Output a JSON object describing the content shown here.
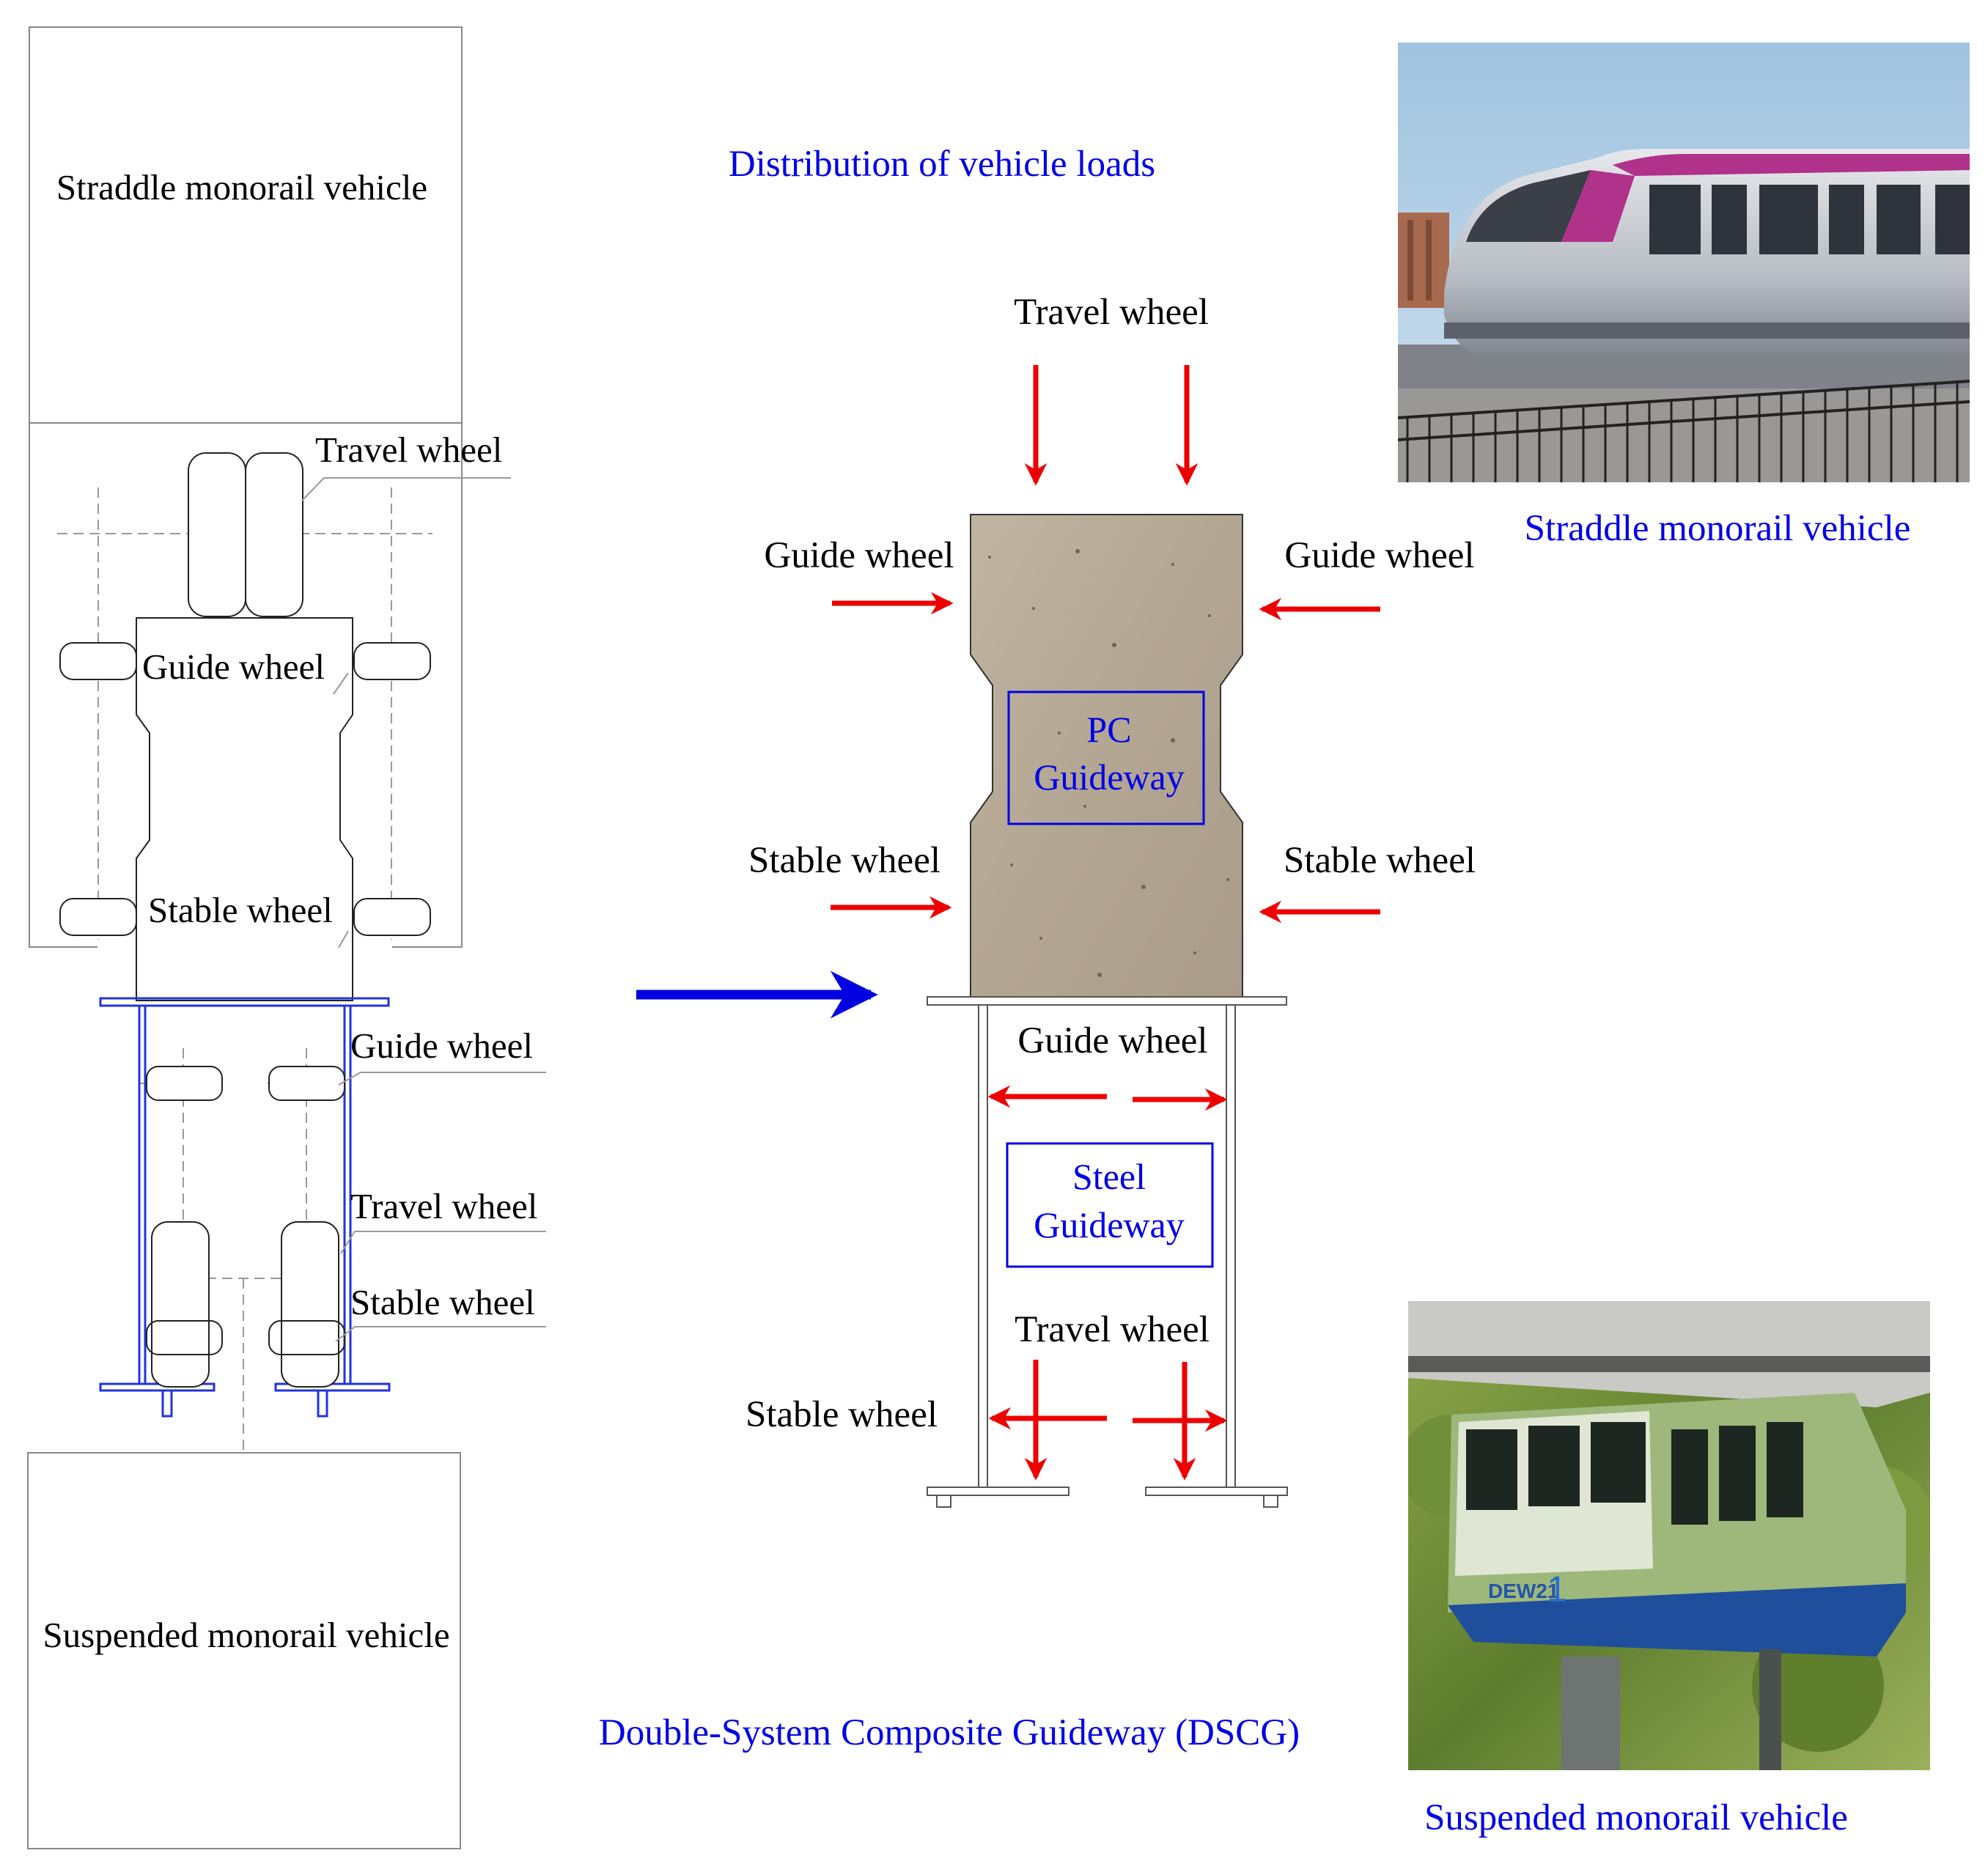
{
  "title": "Distribution of vehicle loads",
  "caption": "Double-System Composite Guideway (DSCG)",
  "colors": {
    "load_arrow": "#ee0000",
    "flow_arrow": "#0000e0",
    "label_blue": "#0000e6",
    "steel_line": "#2233dd",
    "concrete": "#b8ab98"
  },
  "left_schematic": {
    "straddle_vehicle": "Straddle monorail vehicle",
    "suspended_vehicle": "Suspended monorail vehicle",
    "travel_wheel_top": "Travel wheel",
    "guide_wheel_top": "Guide wheel",
    "stable_wheel_top": "Stable wheel",
    "guide_wheel_bottom": "Guide wheel",
    "travel_wheel_bottom": "Travel wheel",
    "stable_wheel_bottom": "Stable wheel"
  },
  "section": {
    "pc_line1": "PC",
    "pc_line2": "Guideway",
    "steel_line1": "Steel",
    "steel_line2": "Guideway",
    "travel_wheel_top": "Travel wheel",
    "guide_wheel_left": "Guide wheel",
    "guide_wheel_right": "Guide wheel",
    "stable_wheel_left": "Stable wheel",
    "stable_wheel_right": "Stable wheel",
    "guide_wheel_inner": "Guide wheel",
    "travel_wheel_inner": "Travel wheel",
    "stable_wheel_inner": "Stable wheel"
  },
  "photos": {
    "straddle_caption": "Straddle monorail vehicle",
    "suspended_caption": "Suspended monorail vehicle",
    "suspended_livery": "DEW21",
    "suspended_number": "1"
  }
}
